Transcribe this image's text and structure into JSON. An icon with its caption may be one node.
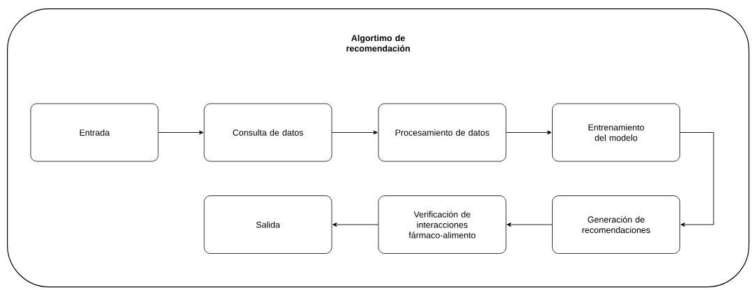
{
  "diagram": {
    "nodes": [
      {
        "text": [
          "Algortimo de recomendación"
        ]
      },
      {
        "text": [
          "Entrada"
        ],
        "in": 0
      },
      {
        "text": [
          "Consulta de datos"
        ],
        "in": 0
      },
      {
        "text": [
          "Procesamiento de datos"
        ],
        "in": 0
      },
      {
        "text": [
          "Entrenamiento del modelo"
        ],
        "in": 0
      },
      {
        "text": [
          "Salida"
        ],
        "in": 0
      },
      {
        "text": [
          "Verificación de interacciones fármaco-alimento"
        ],
        "in": 0
      },
      {
        "text": [
          "Generación de recomendaciones"
        ],
        "in": 0
      }
    ],
    "edges": [
      {
        "from": 1,
        "to": 2,
        "arrow": "to"
      },
      {
        "from": 2,
        "to": 3,
        "arrow": "to"
      },
      {
        "from": 3,
        "to": 4,
        "arrow": "to"
      },
      {
        "from": 4,
        "to": 7,
        "arrow": "to"
      },
      {
        "from": 7,
        "to": 6,
        "arrow": "to"
      },
      {
        "from": 6,
        "to": 5,
        "arrow": "to"
      }
    ]
  }
}
